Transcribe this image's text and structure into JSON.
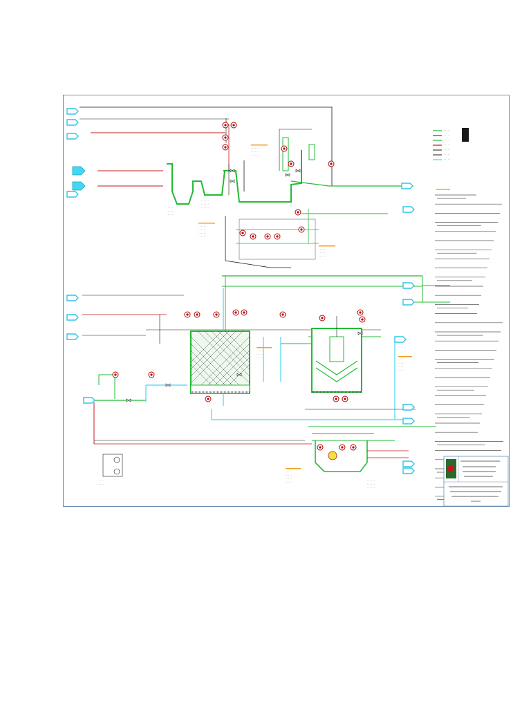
{
  "diagram": {
    "kind": "process-flow-diagram",
    "text_legible": false,
    "colors": {
      "frame": "#6a8fb4",
      "water_line": "#22bb33",
      "sludge_line": "#c01818",
      "chemical_line": "#1a1a1a",
      "stream_tag": "#44d8f0",
      "instrument": "#b00000",
      "note_box": "#f0a020",
      "filter_fill": "#e8f8e8"
    },
    "icons": [
      "arrow-tag-icon",
      "valve-icon",
      "instrument-bubble-icon",
      "pump-icon",
      "tank-icon",
      "filter-icon",
      "clarifier-icon",
      "logo-icon"
    ],
    "notes_count": 34,
    "legend_entries": 7
  }
}
